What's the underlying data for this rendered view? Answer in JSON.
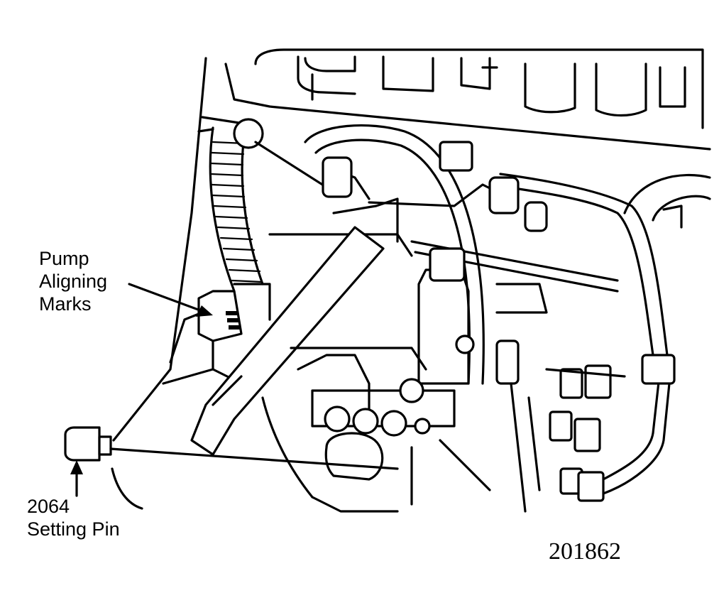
{
  "labels": {
    "pump_aligning_marks": [
      "Pump",
      "Aligning",
      "Marks"
    ],
    "setting_pin": [
      "2064",
      "Setting Pin"
    ]
  },
  "figure_number": "201862"
}
